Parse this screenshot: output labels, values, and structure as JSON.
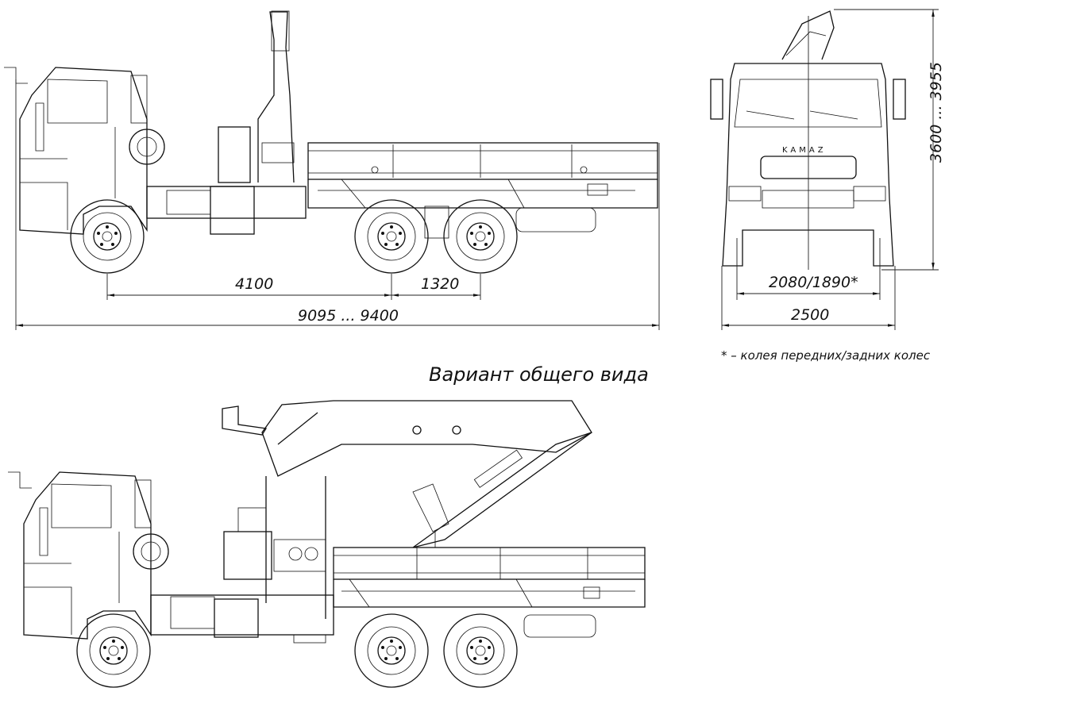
{
  "title": "Вариант общего вида",
  "dimensions": {
    "wheelbase_front": "4100",
    "wheelbase_rear": "1320",
    "overall_length": "9095 ... 9400",
    "track": "2080/1890*",
    "overall_width": "2500",
    "height": "3600 ... 3955"
  },
  "footnote": "* – колея передних/задних колес",
  "brand_label": "KAMAZ",
  "colors": {
    "line": "#111111",
    "background": "#ffffff"
  }
}
